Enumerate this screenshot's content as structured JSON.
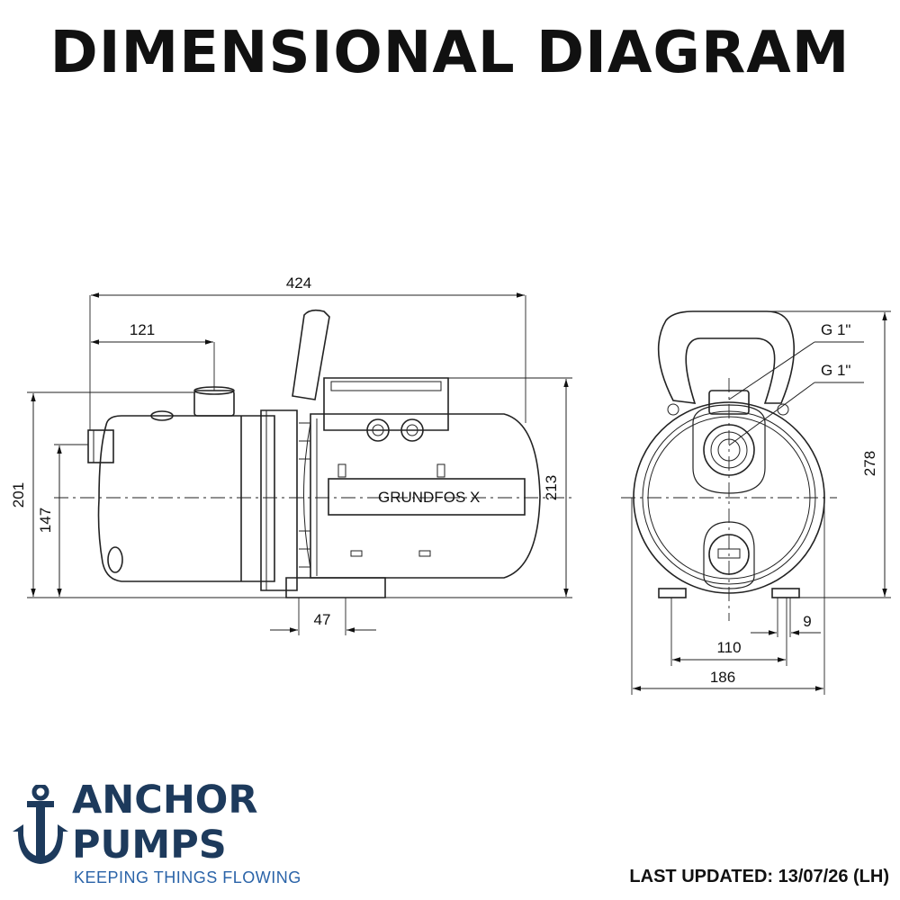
{
  "title": "DIMENSIONAL DIAGRAM",
  "side_view": {
    "overall_length": "424",
    "inlet_offset": "121",
    "height_overall": "201",
    "height_axis": "147",
    "height_motor": "213",
    "foot_width": "47",
    "pump_logo_text": "GRUNDFOS X"
  },
  "front_view": {
    "outlet_thread": "G 1\"",
    "inlet_thread": "G 1\"",
    "height": "278",
    "foot_spacing": "110",
    "width": "186",
    "bolt_hole": "9"
  },
  "brand": {
    "line1": "ANCHOR",
    "line2": "PUMPS",
    "tagline": "KEEPING THINGS FLOWING",
    "colors": {
      "dark": "#1d3a5c",
      "accent": "#2a63a8"
    }
  },
  "footer": {
    "last_updated": "LAST UPDATED: 13/07/26 (LH)"
  }
}
